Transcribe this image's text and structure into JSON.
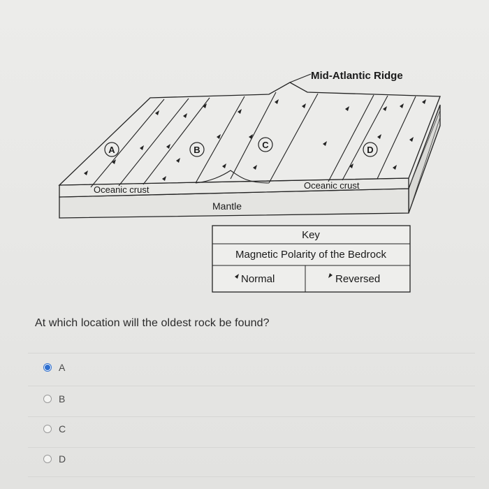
{
  "diagram": {
    "ridge_label": "Mid-Atlantic Ridge",
    "location_a": "A",
    "location_b": "B",
    "location_c": "C",
    "location_d": "D",
    "crust_left_label": "Oceanic crust",
    "crust_right_label": "Oceanic crust",
    "mantle_label": "Mantle",
    "key": {
      "title": "Key",
      "subtitle": "Magnetic Polarity of the Bedrock",
      "normal_label": "Normal",
      "reversed_label": "Reversed"
    }
  },
  "question": {
    "text": "At which location will the oldest rock be found?",
    "options": [
      {
        "label": "A",
        "selected": true
      },
      {
        "label": "B",
        "selected": false
      },
      {
        "label": "C",
        "selected": false
      },
      {
        "label": "D",
        "selected": false
      }
    ]
  },
  "colors": {
    "accent": "#2f6fcf"
  }
}
